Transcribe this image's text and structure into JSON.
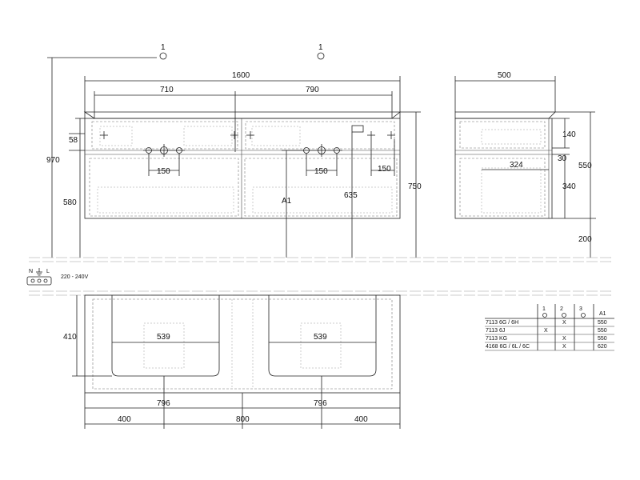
{
  "front_view": {
    "marker_left": "1",
    "marker_right": "1",
    "total_width": "1600",
    "left_basin_width": "710",
    "right_basin_width": "790",
    "height_970": "970",
    "height_580": "580",
    "dim_58": "58",
    "dim_150_left": "150",
    "dim_150_mid": "150",
    "dim_150_right": "150",
    "label_a1": "A1",
    "dim_635": "635",
    "height_750": "750"
  },
  "side_view": {
    "depth_500": "500",
    "dim_140": "140",
    "dim_30": "30",
    "dim_324": "324",
    "dim_340": "340",
    "height_550": "550",
    "height_200": "200"
  },
  "electrical": {
    "n": "N",
    "l": "L",
    "voltage": "220 - 240V"
  },
  "top_view": {
    "depth_410": "410",
    "basin_left": "539",
    "basin_right": "539",
    "width_796_left": "796",
    "width_796_right": "796",
    "dim_400_left": "400",
    "dim_800": "800",
    "dim_400_right": "400"
  },
  "table": {
    "headers": [
      "1",
      "2",
      "3",
      "A1"
    ],
    "rows": [
      {
        "model": "7113 6G / 6H",
        "c1": "",
        "c2": "X",
        "c3": "",
        "a1": "550"
      },
      {
        "model": "7113 6J",
        "c1": "X",
        "c2": "",
        "c3": "",
        "a1": "550"
      },
      {
        "model": "7113 KG",
        "c1": "",
        "c2": "X",
        "c3": "",
        "a1": "550"
      },
      {
        "model": "4168 6G / 6L / 6C",
        "c1": "",
        "c2": "X",
        "c3": "",
        "a1": "620"
      }
    ]
  }
}
